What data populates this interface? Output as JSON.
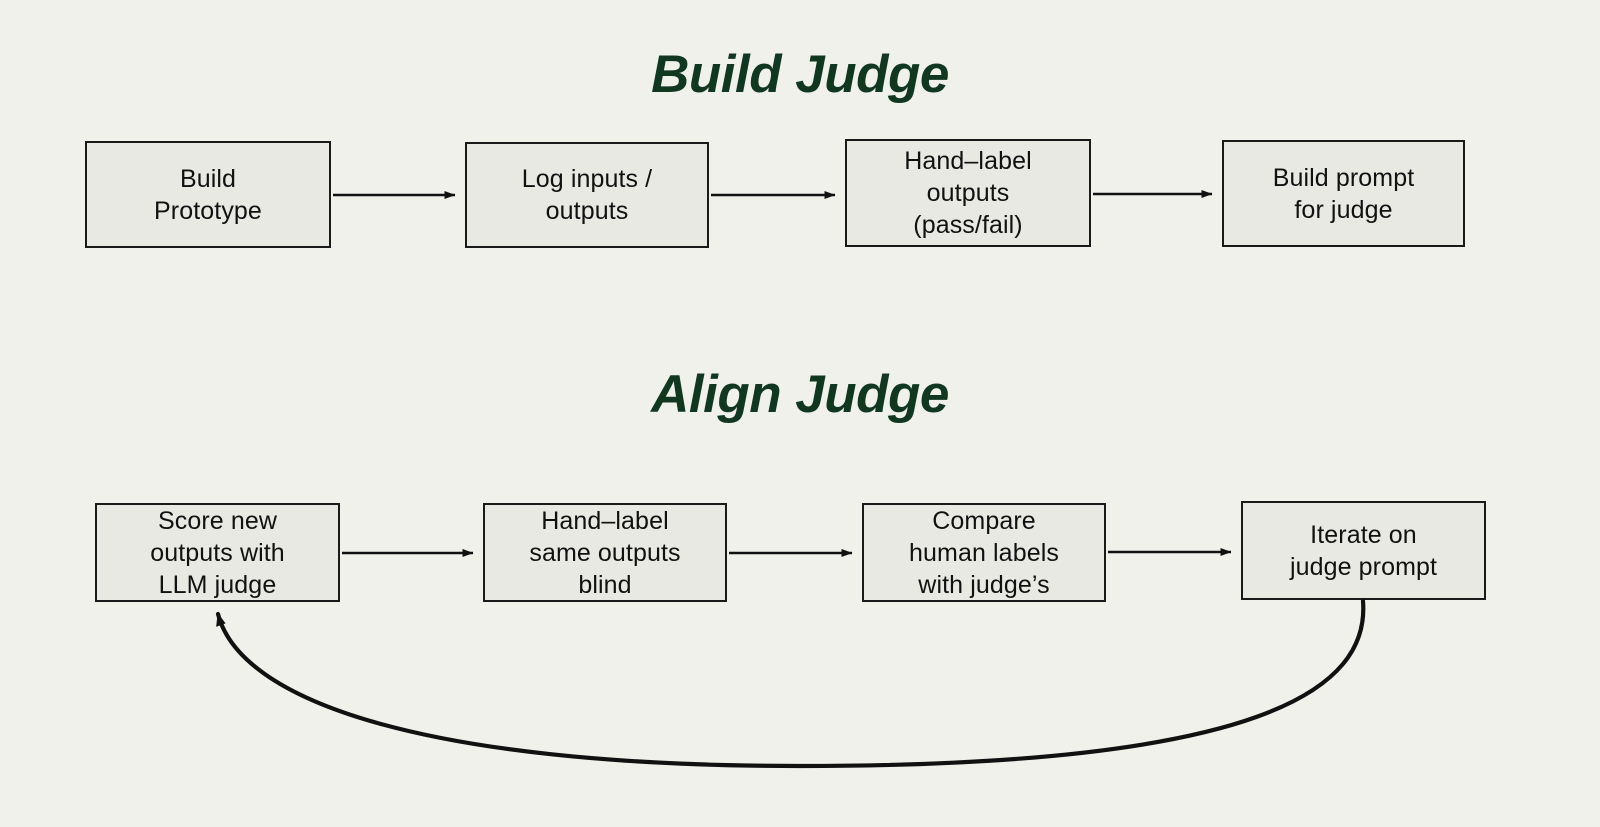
{
  "page": {
    "background_color": "#f1f1ec",
    "node_fill_color": "#e9e9e4",
    "node_border_color": "#1a1a1a",
    "title_color": "#113721",
    "edge_color": "#111111"
  },
  "sections": [
    {
      "id": "build-judge",
      "title": "Build Judge",
      "nodes": [
        {
          "id": "build-prototype",
          "label": "Build\nPrototype"
        },
        {
          "id": "log-io",
          "label": "Log inputs /\noutputs"
        },
        {
          "id": "hand-label-pass-fail",
          "label": "Hand–label\noutputs\n(pass/fail)"
        },
        {
          "id": "build-prompt",
          "label": "Build prompt\nfor judge"
        }
      ],
      "edges": [
        {
          "from": "build-prototype",
          "to": "log-io",
          "kind": "arrow-straight"
        },
        {
          "from": "log-io",
          "to": "hand-label-pass-fail",
          "kind": "arrow-straight"
        },
        {
          "from": "hand-label-pass-fail",
          "to": "build-prompt",
          "kind": "arrow-straight"
        }
      ]
    },
    {
      "id": "align-judge",
      "title": "Align Judge",
      "nodes": [
        {
          "id": "score-new",
          "label": "Score new\noutputs with\nLLM judge"
        },
        {
          "id": "hand-label-blind",
          "label": "Hand–label\nsame outputs\nblind"
        },
        {
          "id": "compare-labels",
          "label": "Compare\nhuman labels\nwith judge’s"
        },
        {
          "id": "iterate-prompt",
          "label": "Iterate on\njudge prompt"
        }
      ],
      "edges": [
        {
          "from": "score-new",
          "to": "hand-label-blind",
          "kind": "arrow-straight"
        },
        {
          "from": "hand-label-blind",
          "to": "compare-labels",
          "kind": "arrow-straight"
        },
        {
          "from": "compare-labels",
          "to": "iterate-prompt",
          "kind": "arrow-straight"
        },
        {
          "from": "iterate-prompt",
          "to": "score-new",
          "kind": "arrow-curved-feedback"
        }
      ]
    }
  ]
}
